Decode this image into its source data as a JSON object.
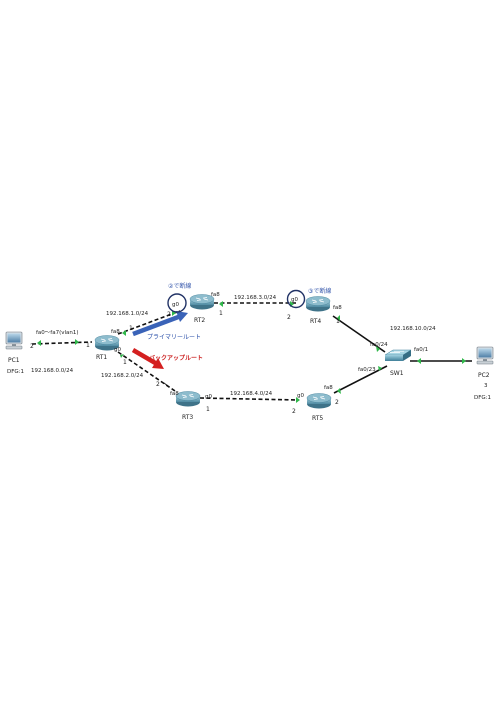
{
  "devices": {
    "pc1": {
      "name": "PC1",
      "sub": "DFG:1"
    },
    "pc2": {
      "name": "PC2",
      "sub": "DFG:1",
      "extra": "3"
    },
    "rt1": {
      "name": "RT1"
    },
    "rt2": {
      "name": "RT2"
    },
    "rt3": {
      "name": "RT3"
    },
    "rt4": {
      "name": "RT4"
    },
    "rt5": {
      "name": "RT5"
    },
    "sw1": {
      "name": "SW1"
    }
  },
  "networks": {
    "n0": "192.168.0.0/24",
    "n1": "192.168.1.0/24",
    "n2": "192.168.2.0/24",
    "n3": "192.168.3.0/24",
    "n4": "192.168.4.0/24",
    "n10": "192.168.10.0/24"
  },
  "ports": {
    "rt1_lan": "fa0～fa7(vlan1)",
    "rt1_fa8": "fa8",
    "rt1_g0": "g0",
    "rt2_g0": "g0",
    "rt2_fa8": "fa8",
    "rt3_fa8": "fa8",
    "rt3_g0": "g0",
    "rt4_g0": "g0",
    "rt4_fa8": "fa8",
    "rt5_g0": "g0",
    "rt5_fa8": "fa8",
    "sw_fa024": "fa0/24",
    "sw_fa023": "fa0/23",
    "sw_fa01": "fa0/1"
  },
  "interface_numbers": {
    "pc1_side": "2",
    "rt1_lan": "1",
    "rt1_fa8": "1",
    "rt1_g0": "1",
    "rt2_g0": "2",
    "rt2_fa8": "1",
    "rt3_fa8": "2",
    "rt3_g0": "1",
    "rt4_g0": "2",
    "rt4_fa8": "1",
    "rt5_g0": "2",
    "rt5_fa8": "2"
  },
  "notes": {
    "cut2": "②で断線",
    "cut3": "③で断線",
    "primary": "プライマリールート",
    "backup": "バックアップルート"
  },
  "colors": {
    "primary_arrow": "#3a63b8",
    "backup_arrow": "#d42020",
    "link_up": "#2fb84a",
    "router_body": "#5d97ad",
    "switch_body": "#5d97ad"
  }
}
